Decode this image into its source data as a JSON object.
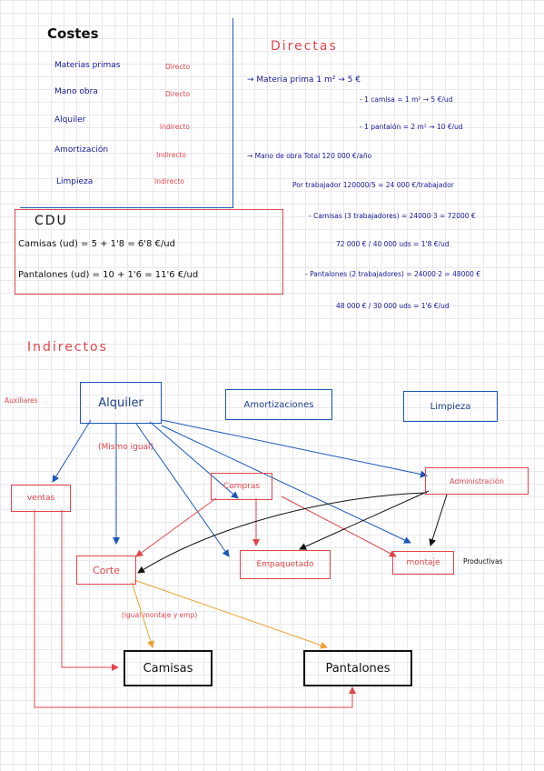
{
  "costes": {
    "title": "Costes",
    "rows": [
      {
        "name": "Materias primas",
        "type": "Directo"
      },
      {
        "name": "Mano obra",
        "type": "Directo"
      },
      {
        "name": "Alquiler",
        "type": "Indirecto"
      },
      {
        "name": "Amortización",
        "type": "Indirecto"
      },
      {
        "name": "Limpieza",
        "type": "Indirecto"
      }
    ]
  },
  "cdu": {
    "title": "CDU",
    "line1": "Camisas (ud) = 5 + 1'8 = 6'8 €/ud",
    "line2": "Pantalones (ud) = 10 + 1'6 = 11'6 €/ud"
  },
  "directas": {
    "title": "Directas",
    "lines": [
      "→ Materia prima  1 m² → 5 €",
      "- 1 camisa = 1 m²  →  5 €/ud",
      "- 1 pantalón = 2 m²  →  10 €/ud",
      "→ Mano de obra  Total 120 000 €/año",
      "Por trabajador  120000/5 = 24 000 €/trabajador",
      "- Camisas (3 trabajadores) = 24000·3 = 72000 €",
      "72 000 € / 40 000 uds = 1'8 €/ud",
      "- Pantalones (2 trabajadores) = 24000·2 = 48000 €",
      "48 000 € / 30 000 uds = 1'6 €/ud"
    ]
  },
  "indirectos": {
    "title": "Indirectos",
    "side_label": "Auxiliares",
    "nodes": {
      "alquiler": "Alquiler",
      "amortizaciones": "Amortizaciones",
      "limpieza": "Limpieza",
      "ventas": "ventas",
      "compras": "Compras",
      "administracion": "Administración",
      "corte": "Corte",
      "empaquetado": "Empaquetado",
      "montaje": "montaje",
      "camisas": "Camisas",
      "pantalones": "Pantalones"
    },
    "notes": {
      "mismo_igual": "(Mismo igual)",
      "igual_montaje": "(igual montaje y emp)",
      "productivas": "Productivas"
    }
  },
  "colors": {
    "ink": "#16169a",
    "red": "#e2454a",
    "blue": "#1b57b8",
    "orange": "#f0a030",
    "black": "#111111"
  }
}
